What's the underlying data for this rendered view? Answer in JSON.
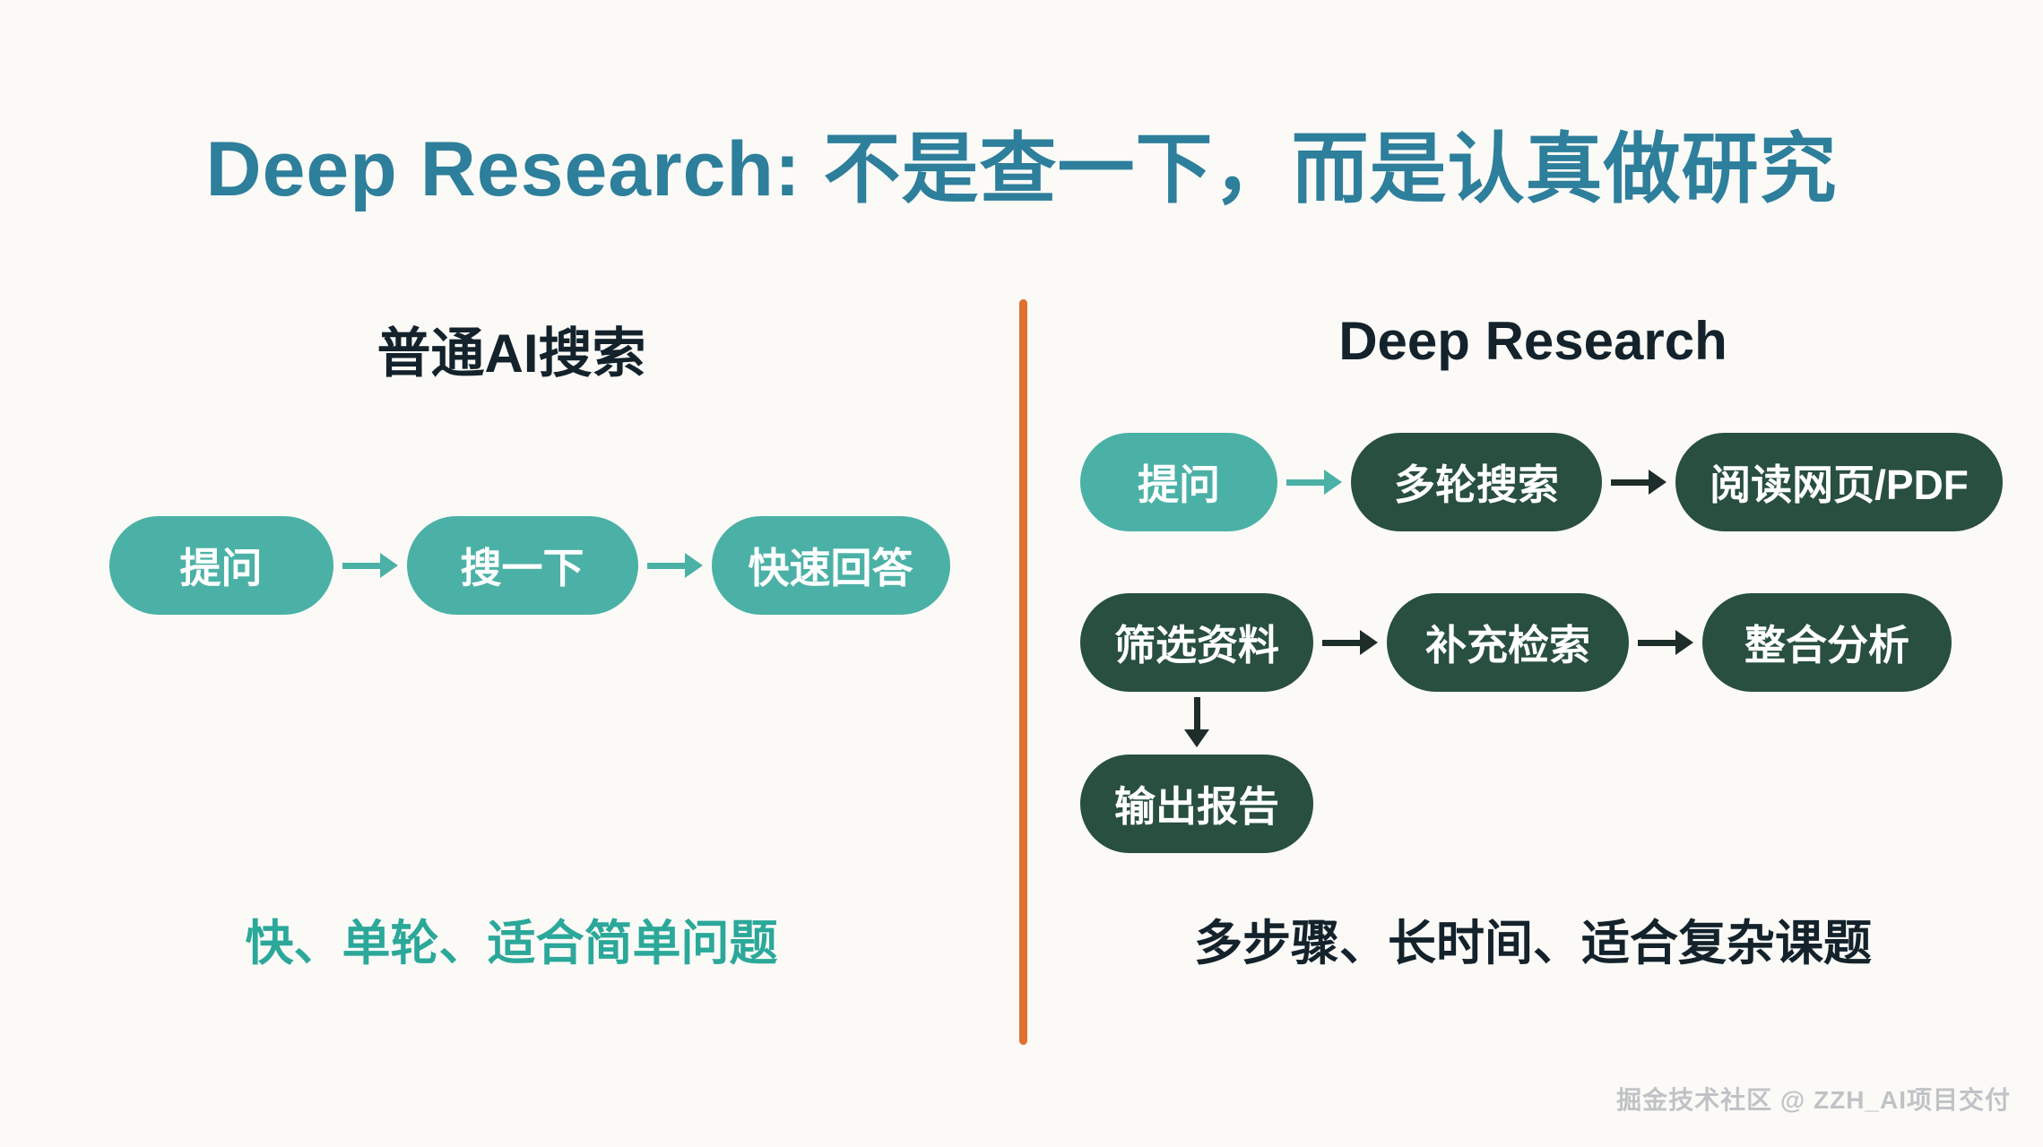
{
  "title": "Deep Research:  不是查一下，而是认真做研究",
  "left": {
    "heading": "普通AI搜索",
    "steps": [
      "提问",
      "搜一下",
      "快速回答"
    ],
    "caption": "快、单轮、适合简单问题"
  },
  "right": {
    "heading": "Deep Research",
    "row1": [
      "提问",
      "多轮搜索",
      "阅读网页/PDF"
    ],
    "row2": [
      "筛选资料",
      "补充检索",
      "整合分析"
    ],
    "row3": [
      "输出报告"
    ],
    "caption": "多步骤、长时间、适合复杂课题"
  },
  "watermark": "掘金技术社区 @ ZZH_AI项目交付",
  "colors": {
    "title": "#2d7f9b",
    "teal_pill": "#4bb1a6",
    "dark_pill": "#284f3f",
    "divider": "#e0702f",
    "left_caption": "#2ba89a",
    "dark_text": "#13222b",
    "arrow_dark": "#1e2d2a",
    "watermark": "#c0c3c6"
  }
}
